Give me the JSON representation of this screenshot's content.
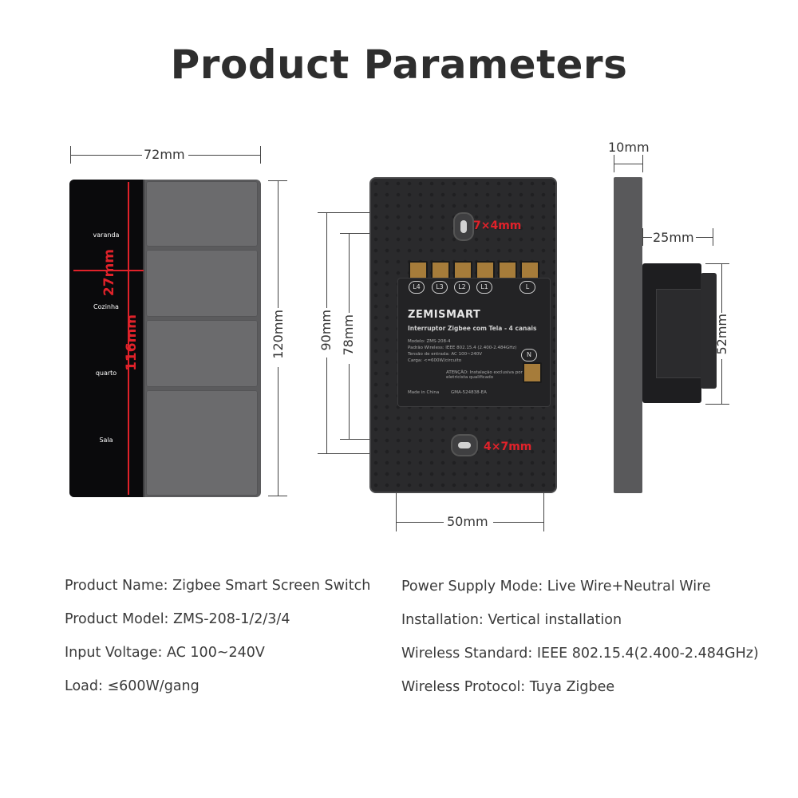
{
  "title": "Product Parameters",
  "front": {
    "width_label": "72mm",
    "height_label": "120mm",
    "screen_height_label": "116mm",
    "screen_width_label": "27mm",
    "channels": [
      "varanda",
      "Cozinha",
      "quarto",
      "Sala"
    ]
  },
  "back": {
    "height_outer_label": "90mm",
    "height_inner_label": "78mm",
    "width_label": "50mm",
    "hole_top_label": "7×4mm",
    "hole_bottom_label": "4×7mm",
    "terminals": [
      "L4",
      "L3",
      "L2",
      "L1",
      "L"
    ],
    "neutral": "N",
    "brand": "ZEMISMART",
    "module_title": "Interruptor Zigbee com Tela - 4 canais",
    "module_lines": [
      "Modelo: ZMS-208-4",
      "Padrão Wireless: IEEE 802.15.4 (2.400-2.484GHz)",
      "Tensão de entrada: AC 100~240V",
      "Carga: <=600W/circuito"
    ],
    "warning": "ATENÇÃO: Instalação exclusiva por eletricista qualificado",
    "made_in": "Made in China",
    "cert": "GMA-524838-EA"
  },
  "side": {
    "thickness_label": "10mm",
    "depth_label": "25mm",
    "body_height_label": "52mm"
  },
  "specs": {
    "left": [
      "Product Name: Zigbee Smart Screen Switch",
      "Product Model: ZMS-208-1/2/3/4",
      "Input Voltage: AC 100~240V",
      "Load: ≤600W/gang"
    ],
    "right": [
      "Power Supply Mode: Live Wire+Neutral Wire",
      "Installation: Vertical installation",
      "Wireless Standard: IEEE 802.15.4(2.400-2.484GHz)",
      "Wireless Protocol: Tuya Zigbee"
    ]
  },
  "colors": {
    "accent_red": "#e0222a",
    "panel_gray": "#5b5b5d",
    "screen_black": "#0a0a0c"
  }
}
